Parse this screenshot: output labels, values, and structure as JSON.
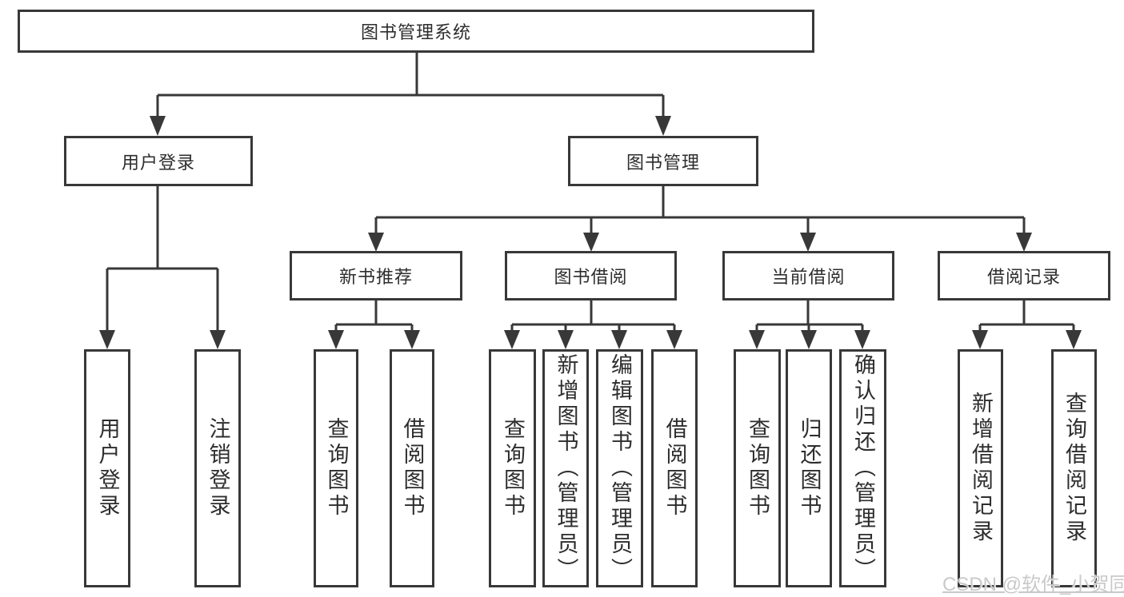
{
  "tree": {
    "root": "图书管理系统",
    "level2": [
      {
        "label": "用户登录",
        "children": [
          "用户登录",
          "注销登录"
        ]
      },
      {
        "label": "图书管理"
      }
    ],
    "level3": [
      {
        "label": "新书推荐",
        "children": [
          "查询图书",
          "借阅图书"
        ]
      },
      {
        "label": "图书借阅",
        "children": [
          "查询图书",
          "新增图书（管理员）",
          "编辑图书（管理员）",
          "借阅图书"
        ]
      },
      {
        "label": "当前借阅",
        "children": [
          "查询图书",
          "归还图书",
          "确认归还（管理员）"
        ]
      },
      {
        "label": "借阅记录",
        "children": [
          "新增借阅记录",
          "查询借阅记录"
        ]
      }
    ]
  },
  "watermark": "CSDN @软件_小贺同学",
  "colors": {
    "line": "#383838",
    "box_border": "#383838",
    "text": "#2d2d2d",
    "watermark": "#c6c6c6"
  }
}
